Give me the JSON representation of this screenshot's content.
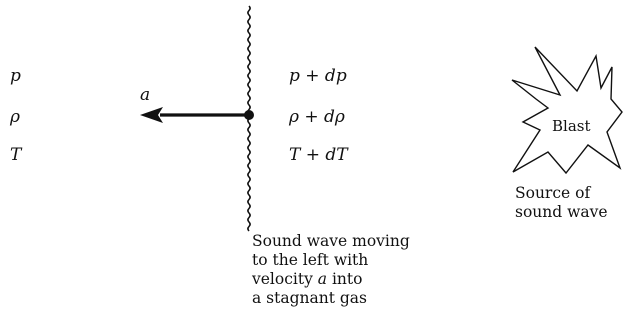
{
  "left_state": {
    "pressure": "p",
    "density": "ρ",
    "temperature": "T"
  },
  "right_state": {
    "pressure": "p + dp",
    "density": "ρ + dρ",
    "temperature": "T + dT"
  },
  "velocity_label": "a",
  "wave_caption": {
    "line1": "Sound wave moving",
    "line2": "to the left with",
    "line3_prefix": "velocity ",
    "line3_symbol": "a",
    "line3_suffix": " into",
    "line4": "a stagnant gas"
  },
  "blast": {
    "label": "Blast",
    "caption_line1": "Source of",
    "caption_line2": "sound wave"
  }
}
